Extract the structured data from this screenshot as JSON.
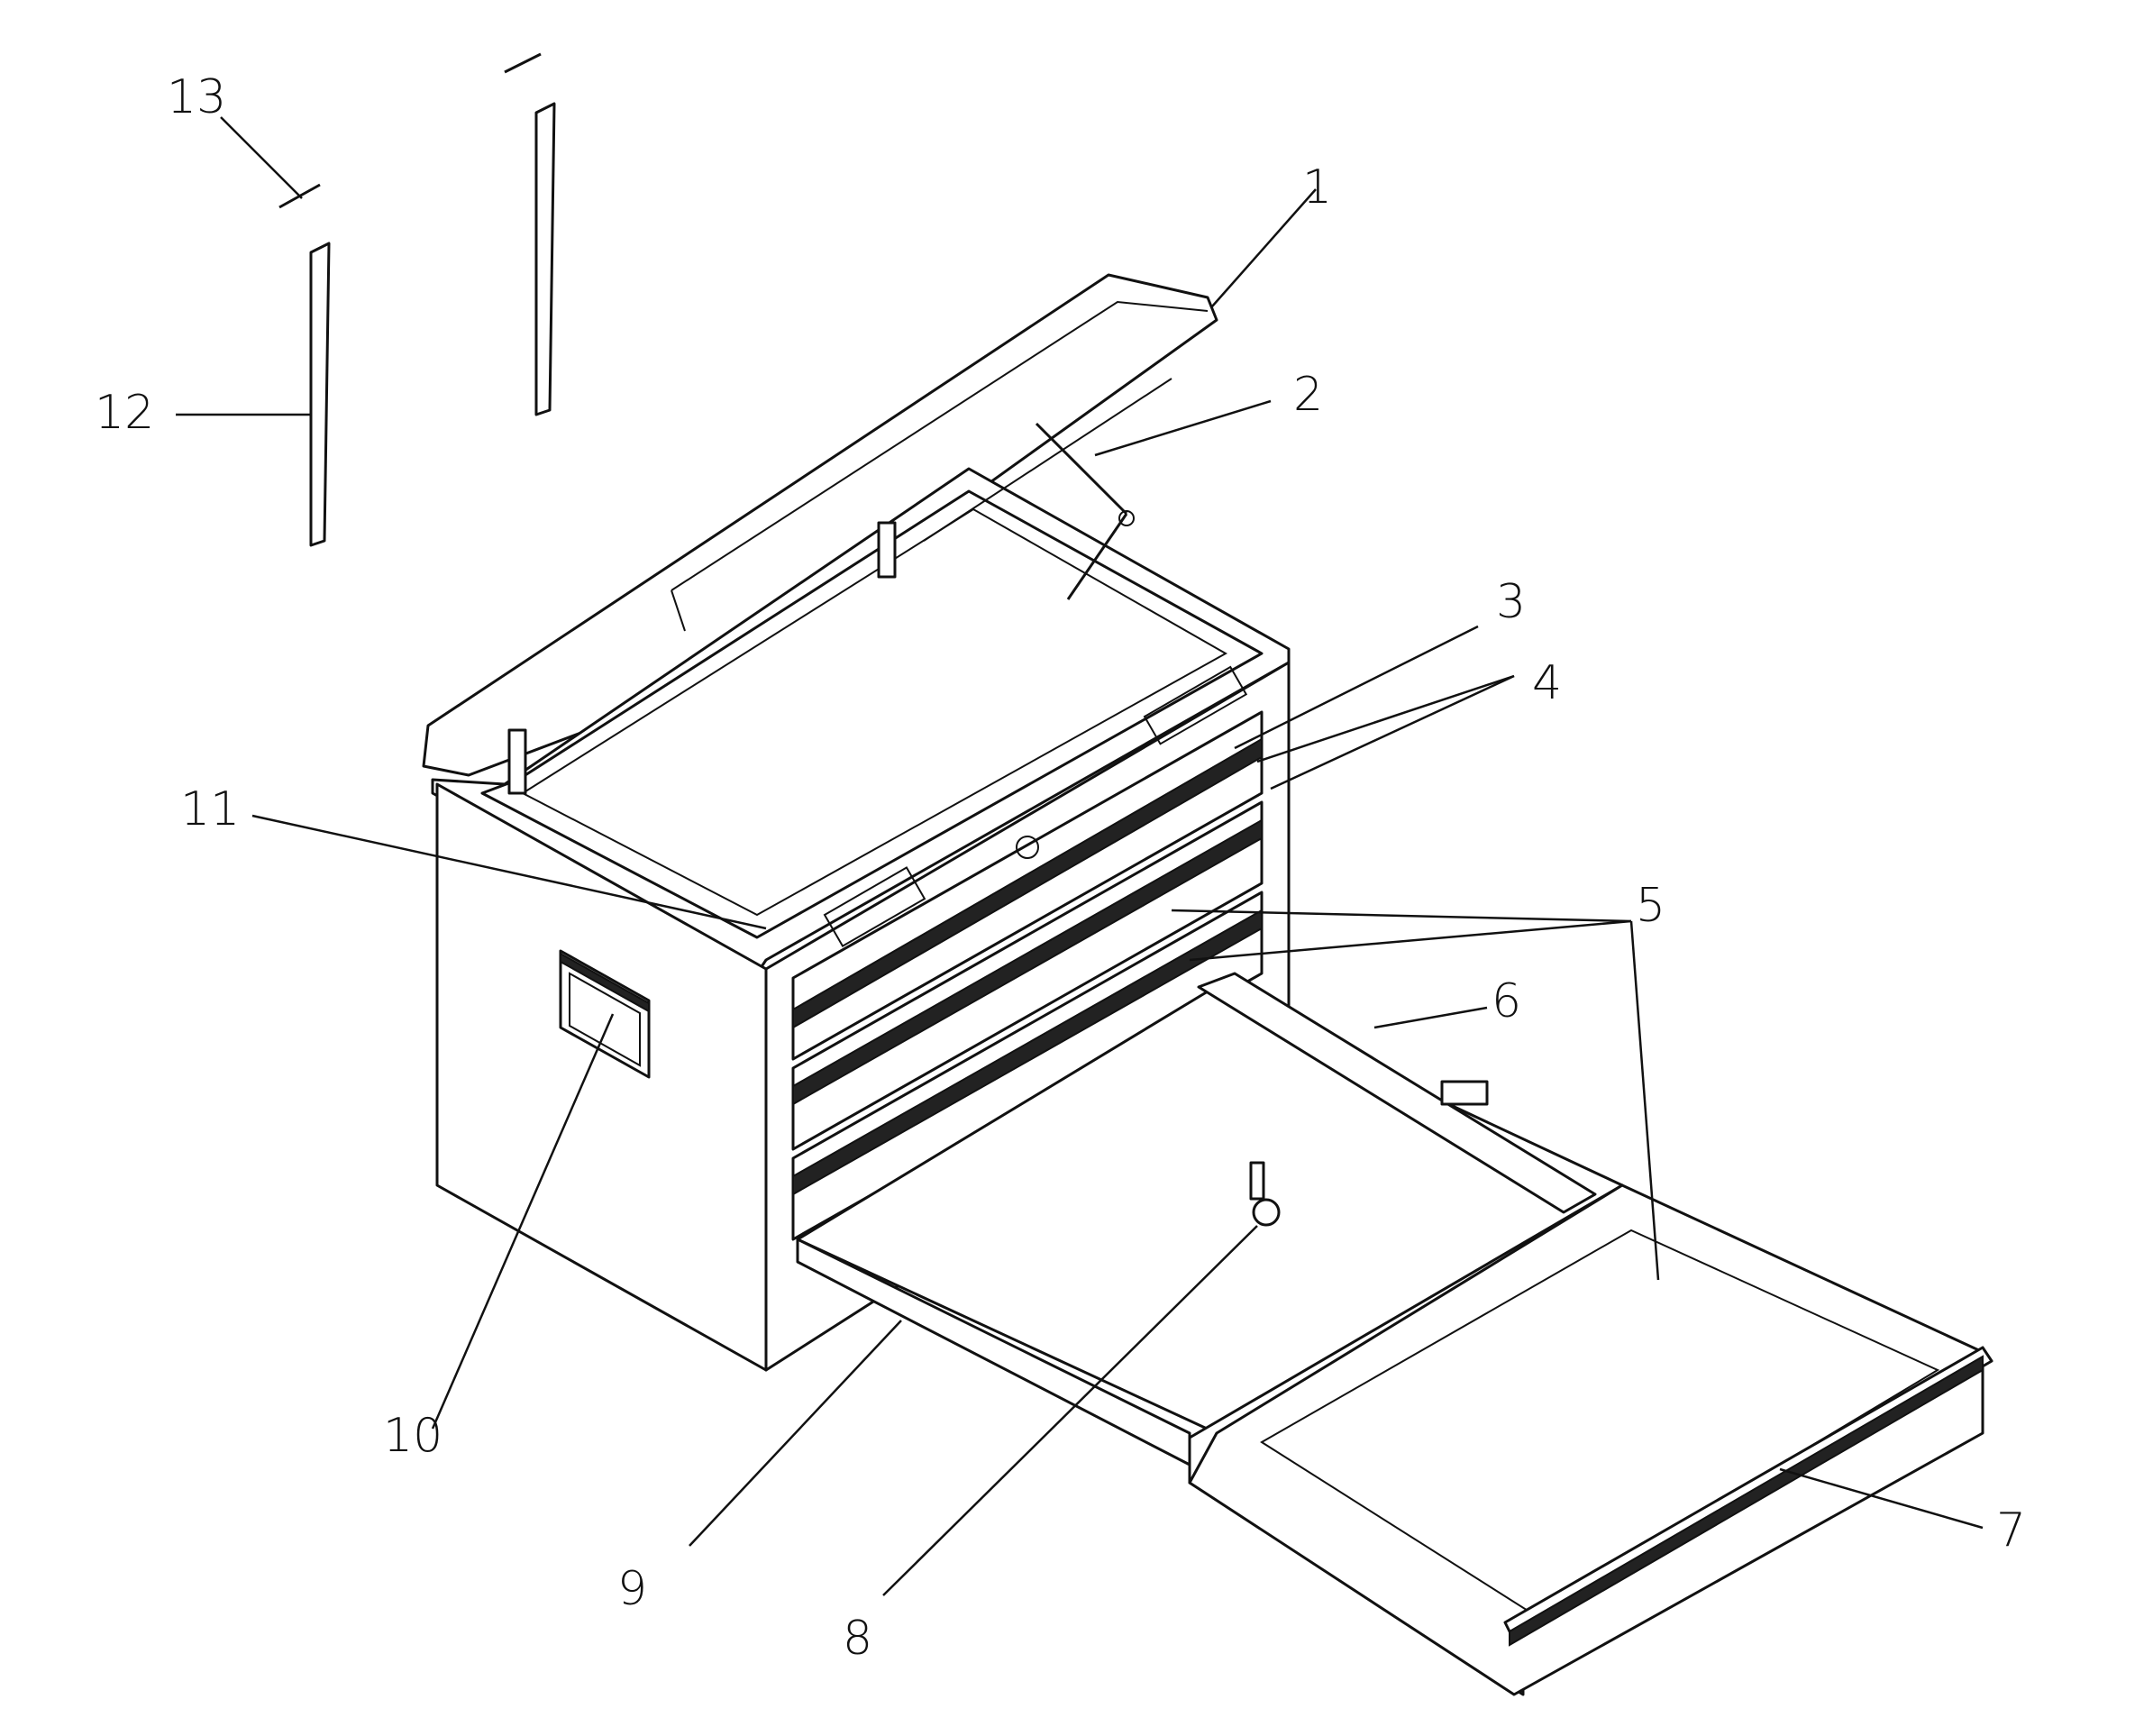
{
  "diagram": {
    "callouts": [
      "1",
      "2",
      "3",
      "4",
      "5",
      "6",
      "7",
      "8",
      "9",
      "10",
      "11",
      "12",
      "13"
    ]
  },
  "colors": {
    "line": "#111111",
    "background": "#ffffff"
  }
}
